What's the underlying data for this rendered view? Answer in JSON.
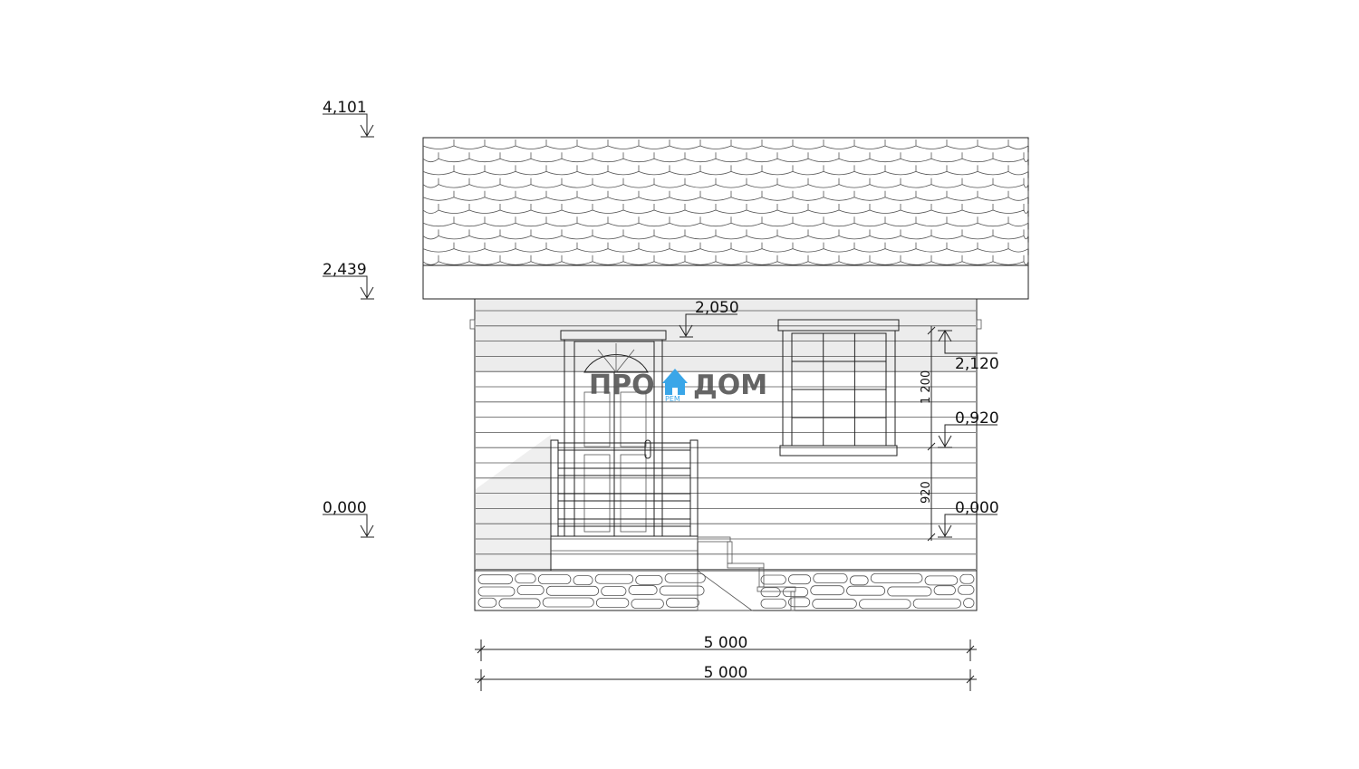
{
  "levels_left": [
    {
      "label": "4,101"
    },
    {
      "label": "2,439"
    },
    {
      "label": "0,000"
    }
  ],
  "levels_right": [
    {
      "label": "2,120",
      "direction": "up"
    },
    {
      "label": "0,920",
      "direction": "down"
    },
    {
      "label": "0,000",
      "direction": "down"
    }
  ],
  "level_top": {
    "label": "2,050"
  },
  "vertical_dims": [
    {
      "label": "1 200"
    },
    {
      "label": "920"
    }
  ],
  "horizontal_dims": [
    {
      "label": "5 000"
    },
    {
      "label": "5 000"
    }
  ],
  "watermark": {
    "left": "ПРО",
    "right": "ДОМ",
    "sub": "РЕМ",
    "color": "#3aa6e8"
  }
}
